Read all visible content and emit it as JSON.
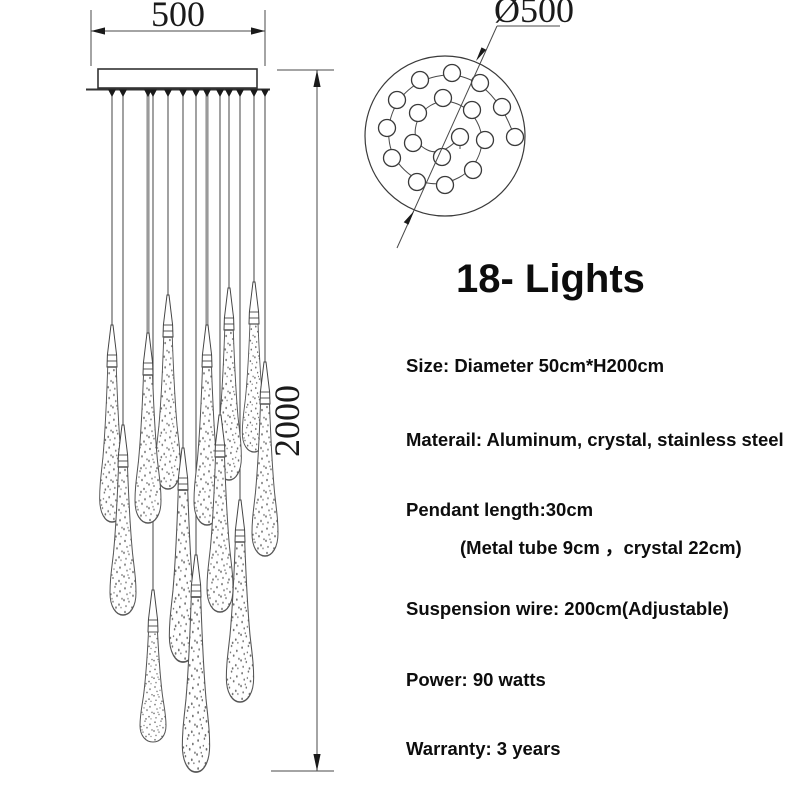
{
  "dimensions": {
    "width": "500",
    "height": "2000",
    "diameter": "Ø500"
  },
  "top_view": {
    "light_count": 18
  },
  "product": {
    "title": "18- Lights",
    "specs": {
      "size": "Size: Diameter 50cm*H200cm",
      "material": "Materail: Aluminum, crystal, stainless steel",
      "pendant_length": "Pendant length:30cm",
      "pendant_detail": "(Metal tube 9cm ，crystal 22cm)",
      "suspension_wire": "Suspension wire: 200cm(Adjustable)",
      "power": "Power: 90 watts",
      "warranty": "Warranty: 3 years"
    }
  },
  "colors": {
    "background": "#ffffff",
    "line": "#3a3a3a",
    "text": "#0d0d0d"
  }
}
